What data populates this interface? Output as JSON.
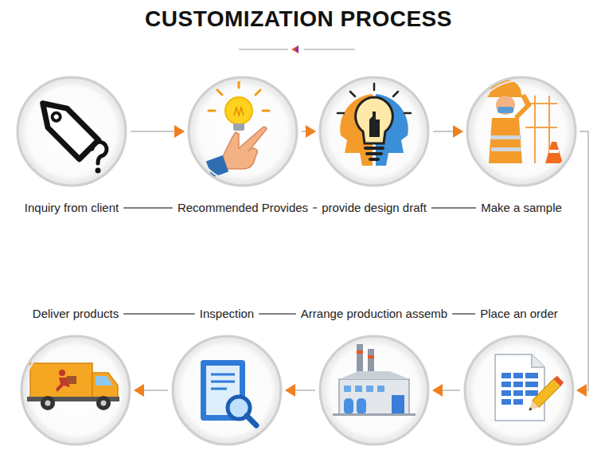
{
  "diagram": {
    "title": "CUSTOMIZATION PROCESS",
    "nodes": [
      {
        "text": [
          "Inquiry from client"
        ]
      },
      {
        "text": [
          "Recommended Provides"
        ]
      },
      {
        "text": [
          "provide design draft"
        ]
      },
      {
        "text": [
          "Make a sample"
        ]
      },
      {
        "text": [
          "Place an order"
        ]
      },
      {
        "text": [
          "Arrange production assemb"
        ]
      },
      {
        "text": [
          "Inspection"
        ]
      },
      {
        "text": [
          "Deliver products"
        ]
      }
    ],
    "edges": [
      {
        "from": 0,
        "to": 1,
        "arrow": "to"
      },
      {
        "from": 1,
        "to": 2,
        "arrow": "to"
      },
      {
        "from": 2,
        "to": 3,
        "arrow": "to"
      },
      {
        "from": 3,
        "to": 4,
        "arrow": "to"
      },
      {
        "from": 4,
        "to": 5,
        "arrow": "to"
      },
      {
        "from": 5,
        "to": 6,
        "arrow": "to"
      },
      {
        "from": 6,
        "to": 7,
        "arrow": "to"
      }
    ]
  }
}
